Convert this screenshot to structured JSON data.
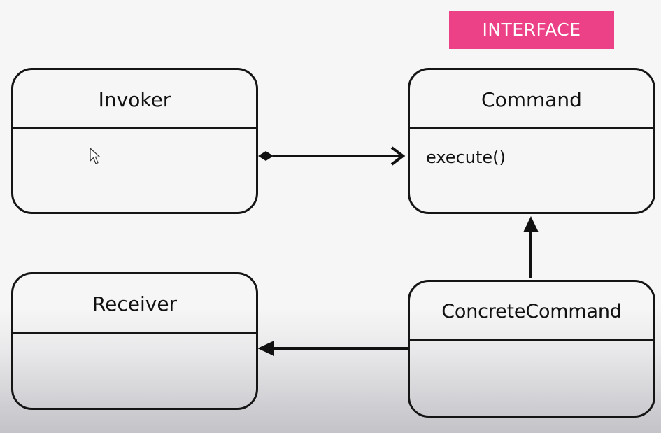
{
  "badge": {
    "label": "INTERFACE",
    "color": "#ec4187"
  },
  "classes": {
    "invoker": {
      "name": "Invoker"
    },
    "command": {
      "name": "Command",
      "method": "execute()"
    },
    "receiver": {
      "name": "Receiver"
    },
    "concrete_command": {
      "name": "ConcreteCommand"
    }
  },
  "relations": [
    {
      "from": "Invoker",
      "to": "Command",
      "kind": "composition"
    },
    {
      "from": "ConcreteCommand",
      "to": "Command",
      "kind": "implements"
    },
    {
      "from": "ConcreteCommand",
      "to": "Receiver",
      "kind": "association"
    }
  ],
  "cursor": {
    "icon": "mouse-pointer-icon"
  }
}
